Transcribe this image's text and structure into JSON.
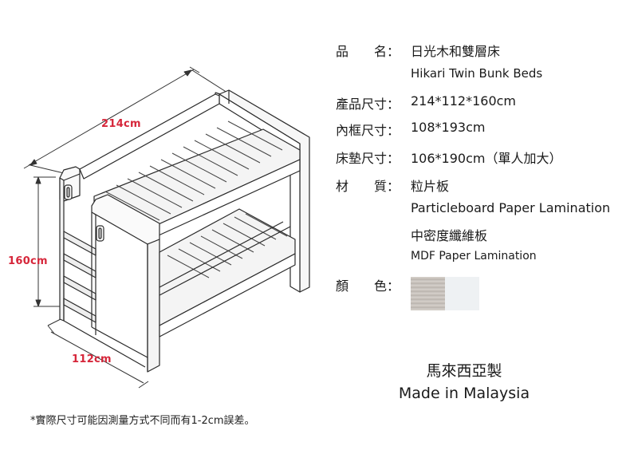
{
  "dimensions": {
    "width_label": "214cm",
    "height_label": "160cm",
    "depth_label": "112cm"
  },
  "specs": {
    "name_label": "品　　名：",
    "name_value": "日光木和雙層床",
    "name_english": "Hikari Twin Bunk Beds",
    "size_label": "產品尺寸：",
    "size_value": "214*112*160cm",
    "frame_label": "內框尺寸：",
    "frame_value": "108*193cm",
    "mattress_label": "床墊尺寸：",
    "mattress_value": "106*190cm（單人加大）",
    "material_label": "材　　質：",
    "material_value": "粒片板",
    "material_english": "Particleboard Paper Lamination",
    "material_2": "中密度纖維板",
    "material_2_english": "MDF Paper Lamination",
    "color_label": "顏　　色："
  },
  "swatches": [
    {
      "name": "grey wood",
      "color": "#c8c2bc"
    },
    {
      "name": "white",
      "color": "#eef1f3"
    }
  ],
  "made_in": {
    "chinese": "馬來西亞製",
    "english": "Made in Malaysia"
  },
  "footnote": "*實際尺寸可能因測量方式不同而有1-2cm誤差。"
}
